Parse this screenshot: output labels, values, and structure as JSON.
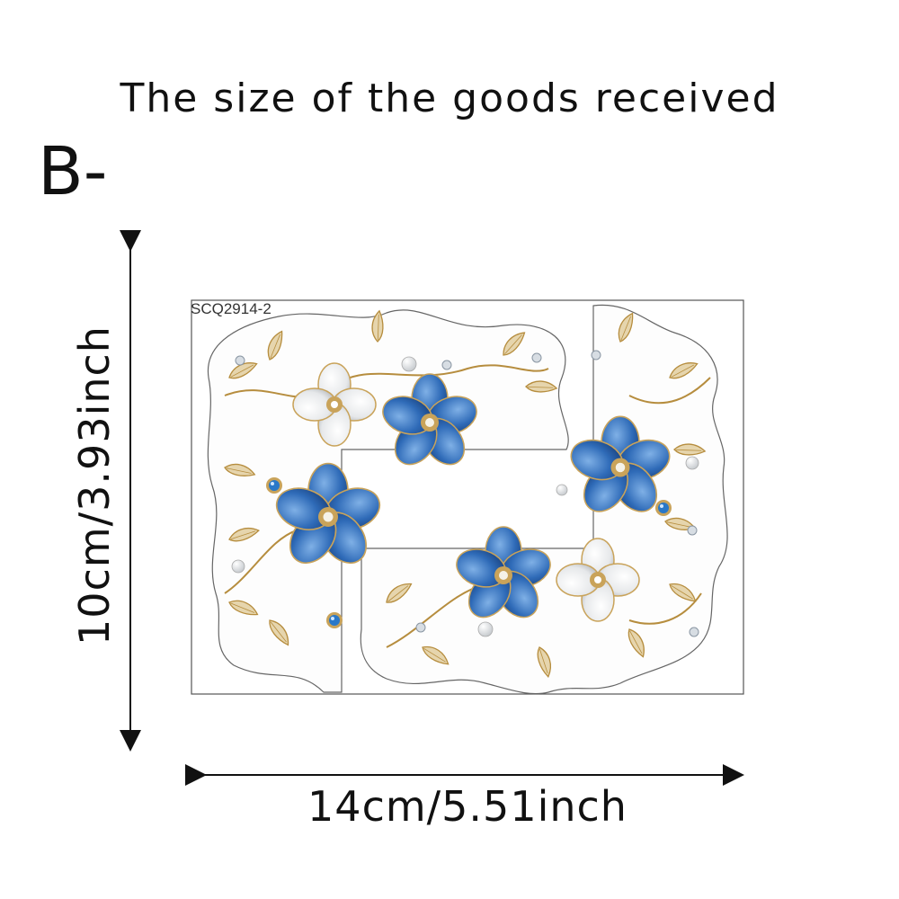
{
  "title": "The size of the goods received",
  "variant_label": "B-",
  "width_label": "14cm/5.51inch",
  "height_label": "10cm/3.93inch",
  "sku": "SCQ2914-2",
  "colors": {
    "blue_petal": "#2f6bb8",
    "white_petal": "#eef0f2",
    "gold": "#c9a35a",
    "outline": "#555555"
  }
}
